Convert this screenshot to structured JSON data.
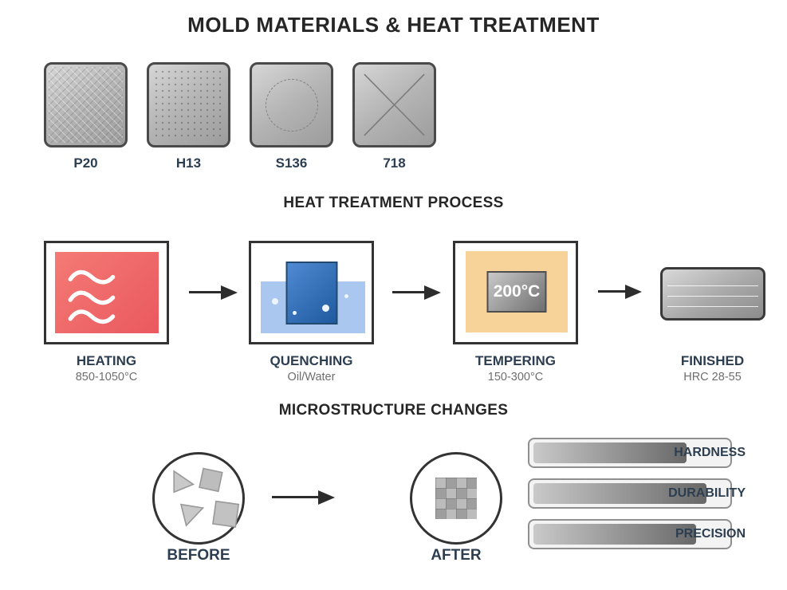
{
  "title": "MOLD MATERIALS & HEAT TREATMENT",
  "materials": {
    "items": [
      {
        "label": "P20",
        "pattern": "diamond-knurl"
      },
      {
        "label": "H13",
        "pattern": "dot-grid"
      },
      {
        "label": "S136",
        "pattern": "dashed-circle"
      },
      {
        "label": "718",
        "pattern": "diagonal-cross"
      }
    ]
  },
  "process": {
    "heading": "HEAT TREATMENT PROCESS",
    "stages": [
      {
        "name": "HEATING",
        "value": "850-1050°C"
      },
      {
        "name": "QUENCHING",
        "value": "Oil/Water"
      },
      {
        "name": "TEMPERING",
        "value": "150-300°C",
        "core_temp": "200°C"
      },
      {
        "name": "FINISHED",
        "value": "HRC 28-55"
      }
    ]
  },
  "microstructure": {
    "heading": "MICROSTRUCTURE CHANGES",
    "before_label": "BEFORE",
    "after_label": "AFTER",
    "bars": [
      {
        "label": "HARDNESS",
        "percent": 76
      },
      {
        "label": "DURABILITY",
        "percent": 86
      },
      {
        "label": "PRECISION",
        "percent": 81
      }
    ]
  },
  "colors": {
    "heading_dark": "#262626",
    "label_navy": "#2c3e50",
    "value_gray": "#6e6e6e",
    "heating_red": "#ee5f62",
    "water_blue": "#a9c7ef",
    "part_blue": "#2e6cb0",
    "tempering_orange": "#f8d399",
    "steel_gray": "#a8a8a8"
  }
}
